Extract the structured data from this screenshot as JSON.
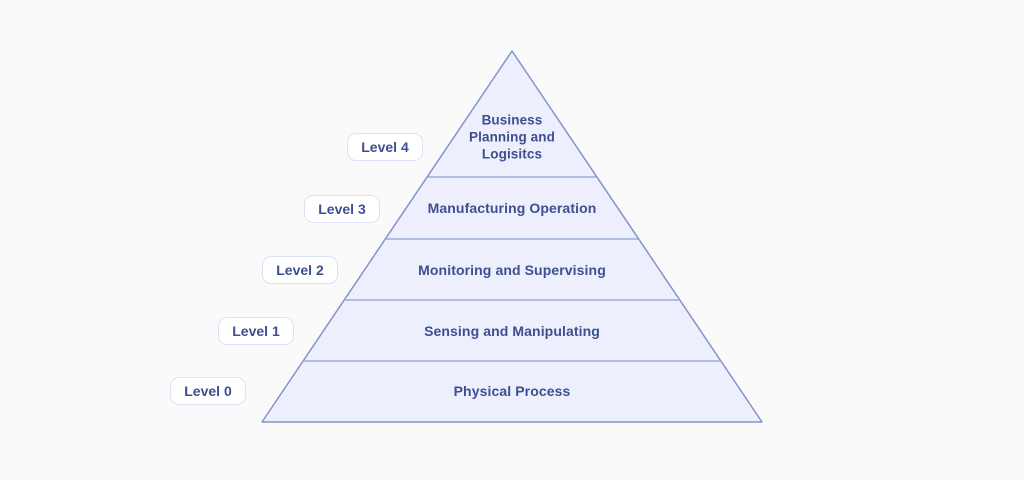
{
  "colors": {
    "background": "#fafafa",
    "pyramid_fill": "#edf0fc",
    "pyramid_border": "#8194cc",
    "divider": "#8e9ed2",
    "text": "#3e4e91",
    "badge_bg": "#ffffff",
    "badge_border": "#dbe2f5"
  },
  "pyramid": {
    "levels": [
      {
        "badge": "Level 4",
        "title": "Business Planning and Logisitcs"
      },
      {
        "badge": "Level 3",
        "title": "Manufacturing Operation"
      },
      {
        "badge": "Level 2",
        "title": "Monitoring and Supervising"
      },
      {
        "badge": "Level 1",
        "title": "Sensing and Manipulating"
      },
      {
        "badge": "Level 0",
        "title": "Physical Process"
      }
    ]
  }
}
